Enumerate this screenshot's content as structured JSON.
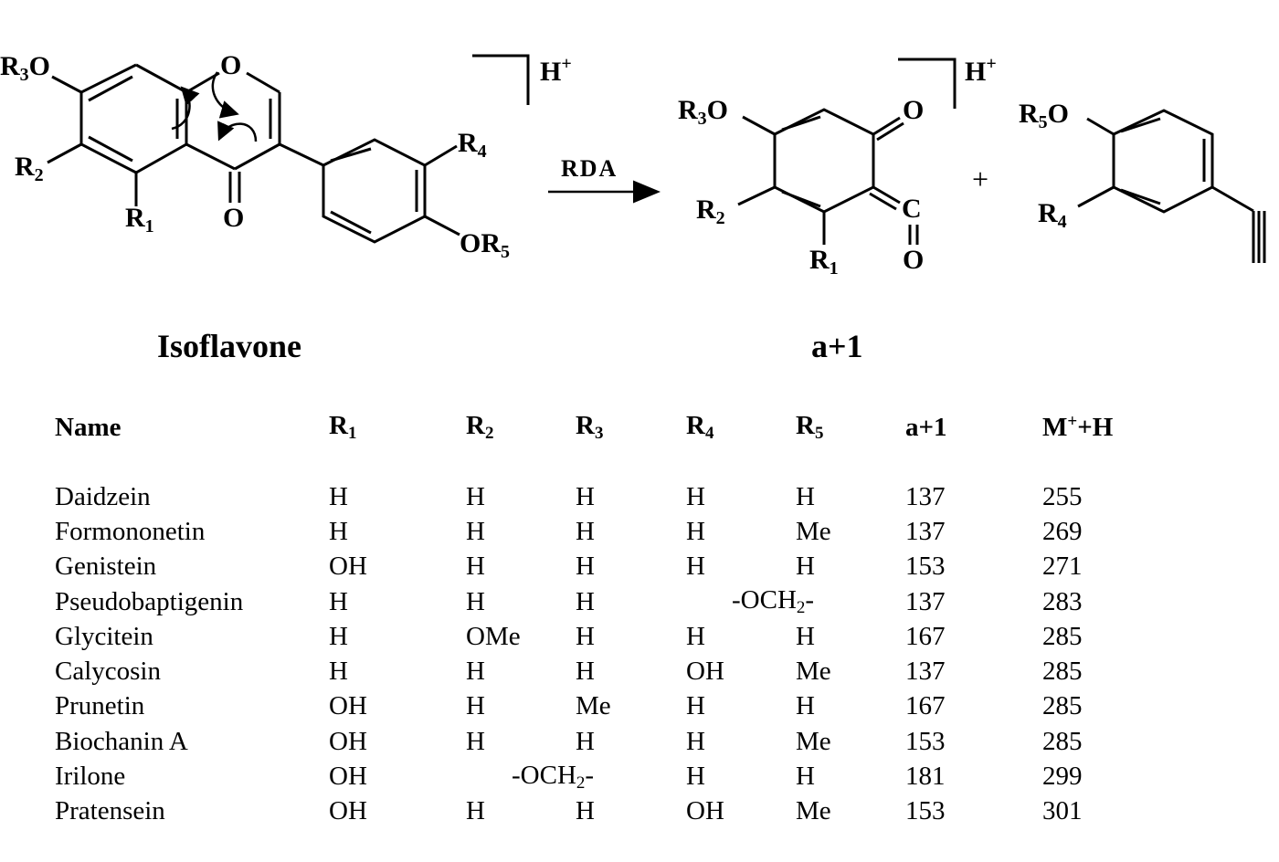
{
  "scheme": {
    "reactant": {
      "caption": "Isoflavone",
      "labels": {
        "r3o": "R3O",
        "r2": "R2",
        "r1": "R1",
        "ring_o": "O",
        "carbonyl_o": "O",
        "r4": "R4",
        "or5": "OR5",
        "charge": "H+"
      }
    },
    "arrow_label": "RDA",
    "product": {
      "caption": "a+1",
      "labels": {
        "r3o": "R3O",
        "r2": "R2",
        "r1": "R1",
        "ketone_o": "O",
        "ketene_c": "C",
        "ketene_o": "O",
        "charge": "H+"
      }
    },
    "plus_sign": "+",
    "neutral_fragment": {
      "labels": {
        "r5o": "R5O",
        "r4": "R4"
      }
    }
  },
  "table": {
    "headers": [
      "Name",
      "R1",
      "R2",
      "R3",
      "R4",
      "R5",
      "a+1",
      "M+H"
    ],
    "rows": [
      {
        "name": "Daidzein",
        "r1": "H",
        "r2": "H",
        "r3": "H",
        "r4": "H",
        "r5": "H",
        "a1": "137",
        "mh": "255"
      },
      {
        "name": "Formononetin",
        "r1": "H",
        "r2": "H",
        "r3": "H",
        "r4": "H",
        "r5": "Me",
        "a1": "137",
        "mh": "269"
      },
      {
        "name": "Genistein",
        "r1": "OH",
        "r2": "H",
        "r3": "H",
        "r4": "H",
        "r5": "H",
        "a1": "153",
        "mh": "271"
      },
      {
        "name": "Pseudobaptigenin",
        "r1": "H",
        "r2": "H",
        "r3": "H",
        "r4r5": "-OCH2-",
        "a1": "137",
        "mh": "283"
      },
      {
        "name": "Glycitein",
        "r1": "H",
        "r2": "OMe",
        "r3": "H",
        "r4": "H",
        "r5": "H",
        "a1": "167",
        "mh": "285"
      },
      {
        "name": "Calycosin",
        "r1": "H",
        "r2": "H",
        "r3": "H",
        "r4": "OH",
        "r5": "Me",
        "a1": "137",
        "mh": "285"
      },
      {
        "name": "Prunetin",
        "r1": "OH",
        "r2": "H",
        "r3": "Me",
        "r4": "H",
        "r5": "H",
        "a1": "167",
        "mh": "285"
      },
      {
        "name": "Biochanin A",
        "r1": "OH",
        "r2": "H",
        "r3": "H",
        "r4": "H",
        "r5": "Me",
        "a1": "153",
        "mh": "285"
      },
      {
        "name": "Irilone",
        "r1": "OH",
        "r2r3": "-OCH2-",
        "r4": "H",
        "r5": "H",
        "a1": "181",
        "mh": "299"
      },
      {
        "name": "Pratensein",
        "r1": "OH",
        "r2": "H",
        "r3": "H",
        "r4": "OH",
        "r5": "Me",
        "a1": "153",
        "mh": "301"
      }
    ]
  },
  "text": {
    "R": "R",
    "O": "O",
    "C": "C",
    "H": "H",
    "plus": "+",
    "sub1": "1",
    "sub2": "2",
    "sub3": "3",
    "sub4": "4",
    "sub5": "5",
    "och2_pre": "-OCH",
    "och2_post": "-",
    "mh_M": "M",
    "mh_rest": "+H",
    "mh_sup": "+"
  }
}
